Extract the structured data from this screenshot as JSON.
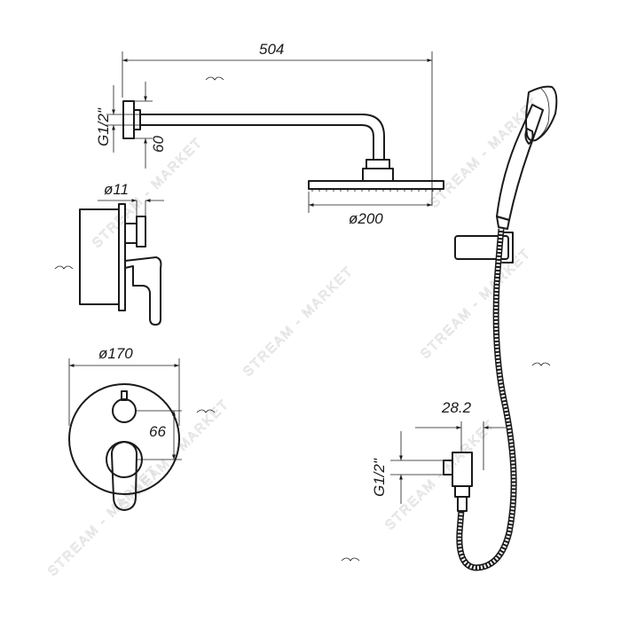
{
  "dimensions": {
    "arm_length": "504",
    "arm_thread": "G1/2\"",
    "flange_height": "60",
    "knob_diameter": "ø11",
    "head_diameter": "ø200",
    "plate_diameter": "ø170",
    "handle_spacing": "66",
    "outlet_offset": "28.2",
    "outlet_thread": "G1/2\""
  },
  "watermark": {
    "text": "STREAM - MARKET"
  },
  "colors": {
    "line": "#1a1a1a",
    "watermark": "#d9d9d9",
    "background": "#ffffff"
  }
}
